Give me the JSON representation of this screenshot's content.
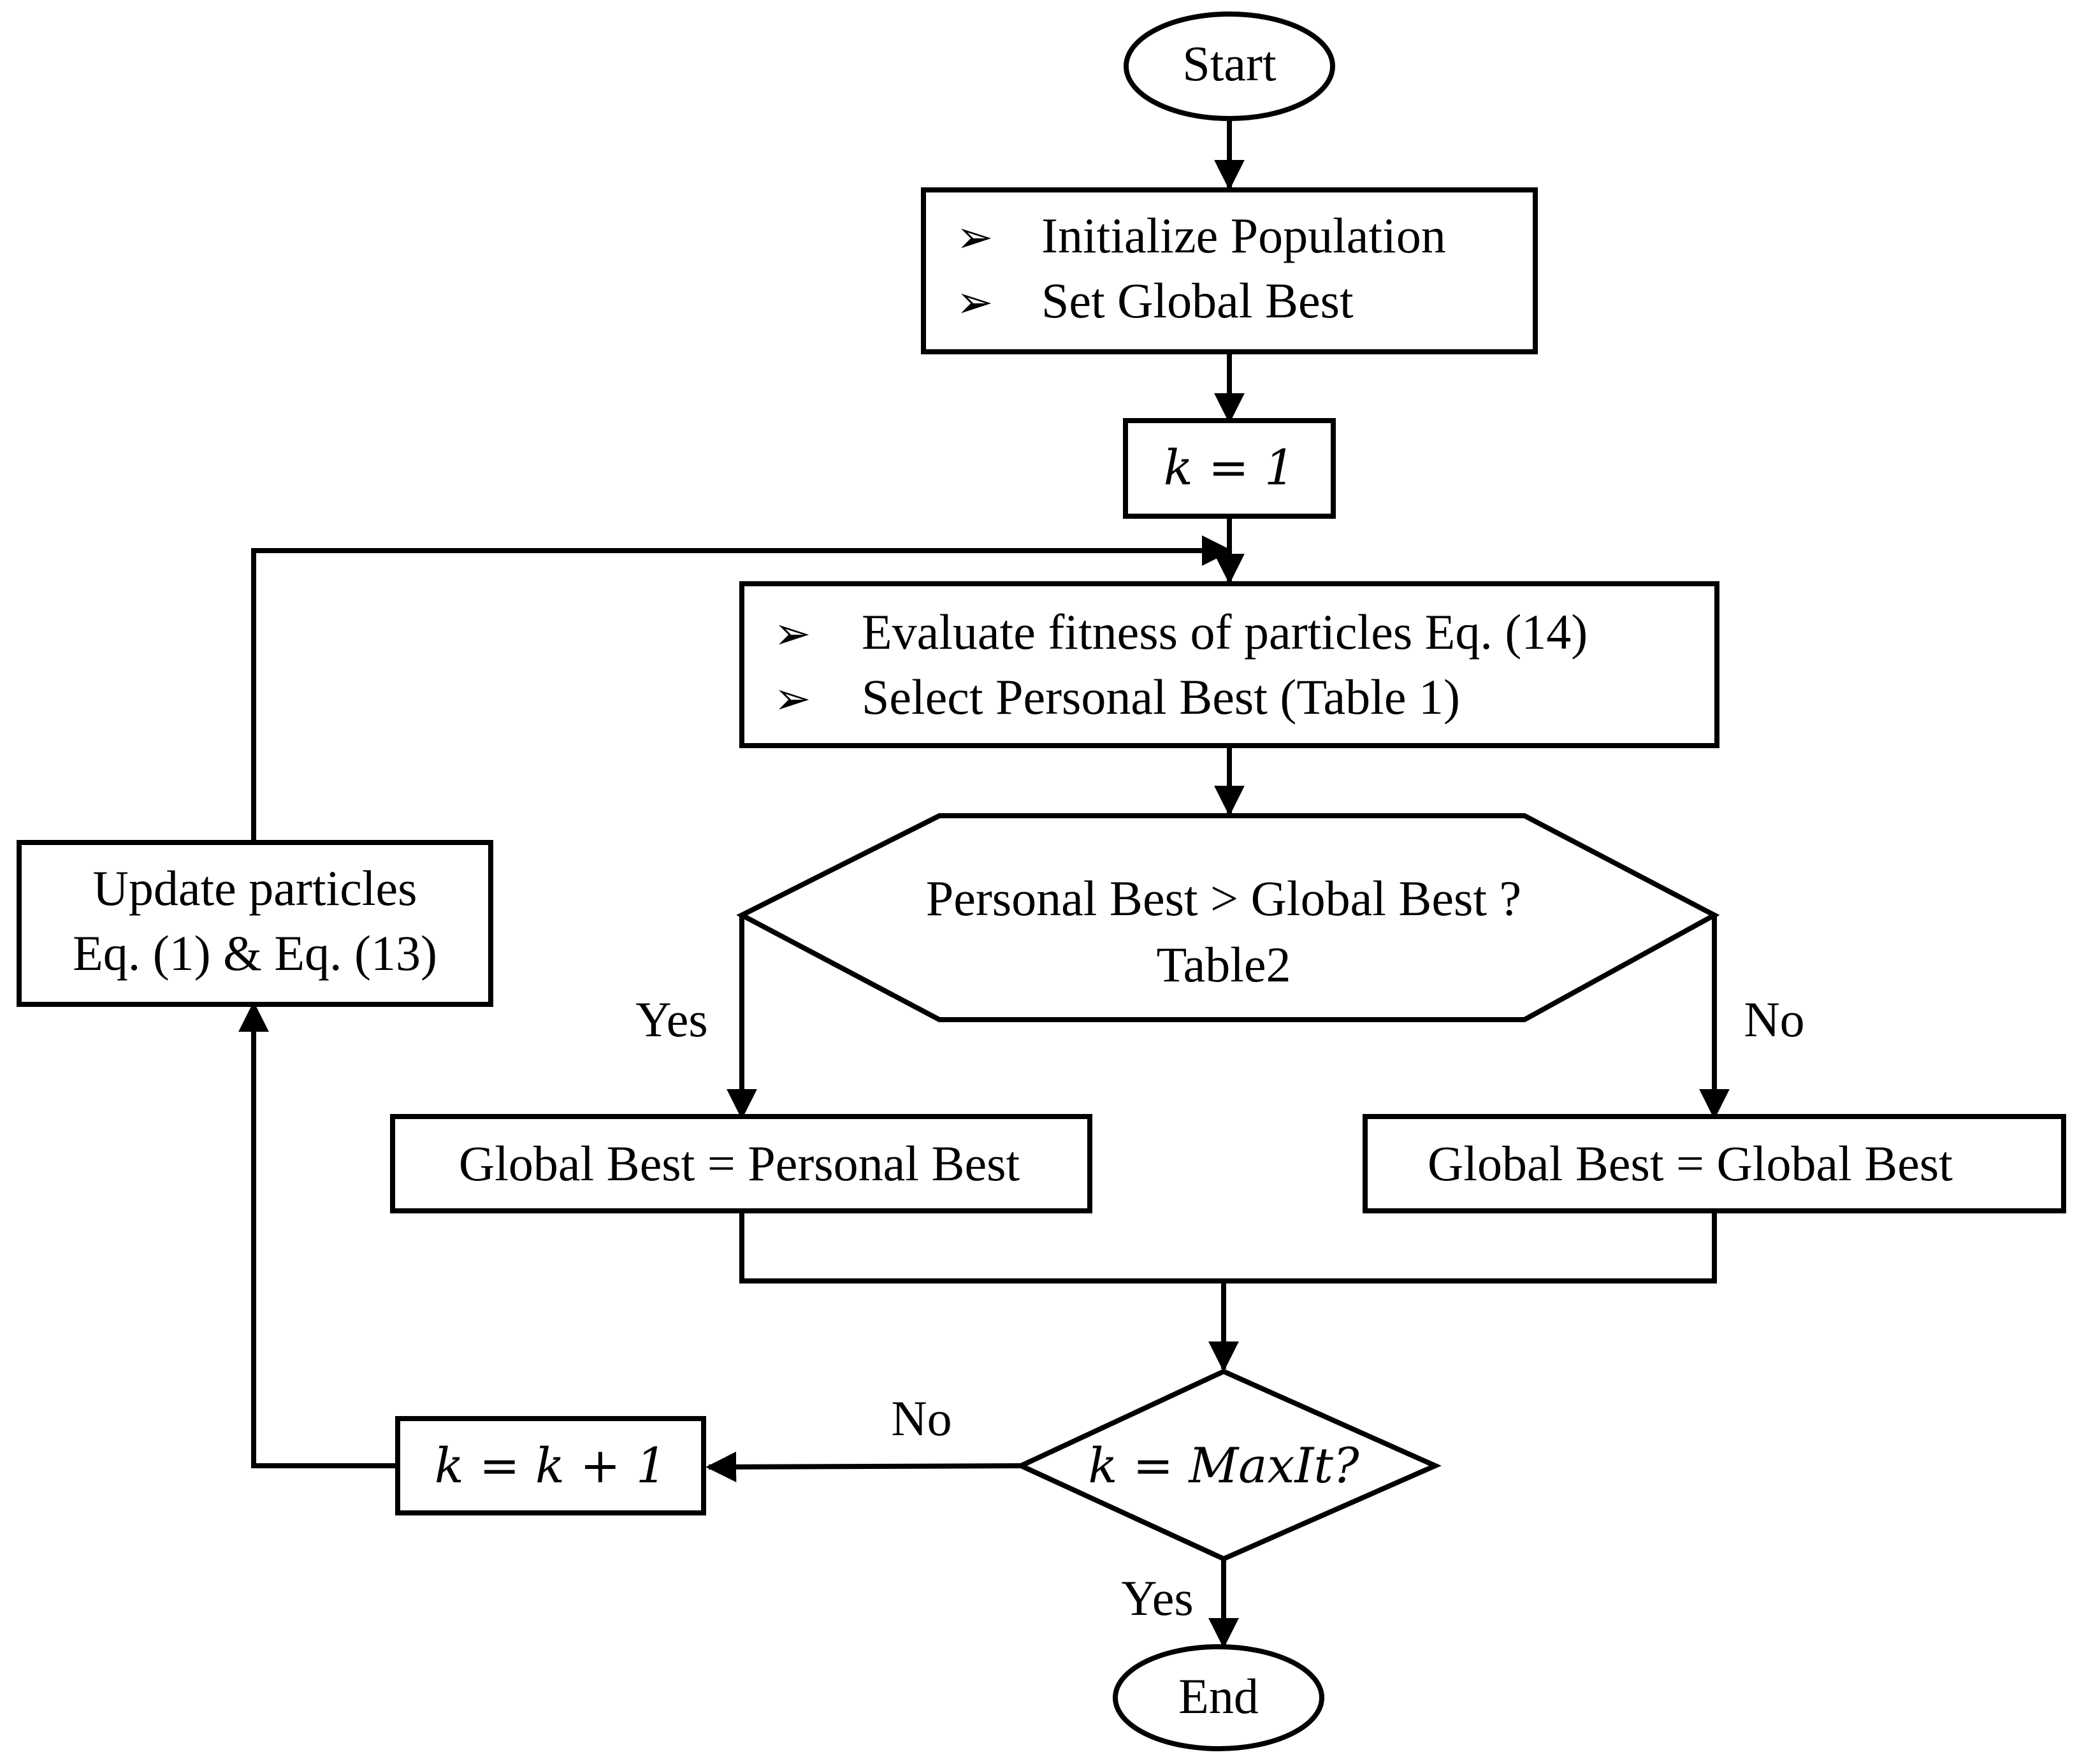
{
  "nodes": {
    "start": {
      "label": "Start"
    },
    "init": {
      "lines": [
        "Initialize Population",
        "Set Global Best"
      ],
      "bullet": "➢"
    },
    "k_init": {
      "label": "k = 1"
    },
    "evaluate": {
      "lines": [
        "Evaluate fitness of particles Eq. (14)",
        "Select Personal Best (Table 1)"
      ],
      "bullet": "➢"
    },
    "decision1": {
      "lines": [
        "Personal Best > Global Best ?",
        "Table2"
      ]
    },
    "gb_pb": {
      "label": "Global Best = Personal Best"
    },
    "gb_gb": {
      "label": "Global Best = Global Best"
    },
    "decision2": {
      "label": "k = MaxIt?"
    },
    "k_inc": {
      "label": "k = k + 1"
    },
    "update": {
      "lines": [
        "Update particles",
        "Eq. (1) & Eq. (13)"
      ]
    },
    "end": {
      "label": "End"
    }
  },
  "edges": {
    "d1_yes": "Yes",
    "d1_no": "No",
    "d2_no": "No",
    "d2_yes": "Yes"
  }
}
